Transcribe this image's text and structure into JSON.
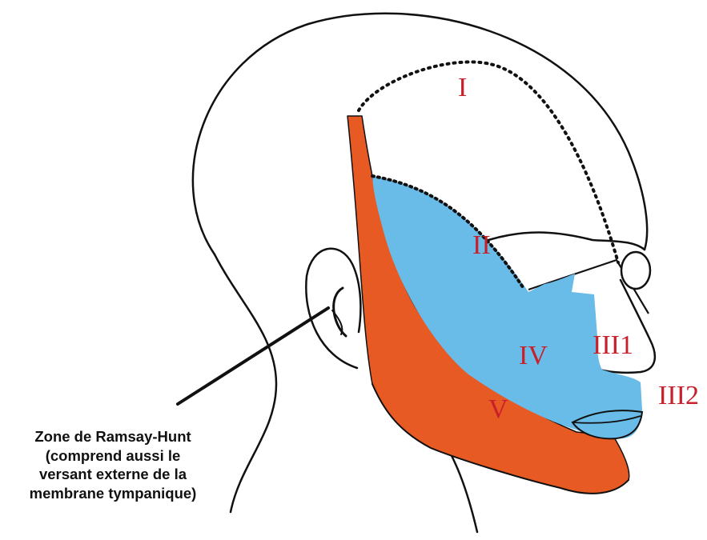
{
  "colors": {
    "ramsay_hunt_zone": "#e85a24",
    "cervical_zone": "#69bbe8",
    "outline": "#111111",
    "zone_label": "#c8202a"
  },
  "zone_labels": {
    "zone_1": "I",
    "zone_2": "II",
    "zone_3_1": "III1",
    "zone_3_2": "III2",
    "zone_4": "IV",
    "zone_5": "V"
  },
  "caption": {
    "line_1": "Zone de Ramsay-Hunt",
    "line_2": "(comprend aussi le",
    "line_3": "versant externe de la",
    "line_4": "membrane tympanique)"
  }
}
